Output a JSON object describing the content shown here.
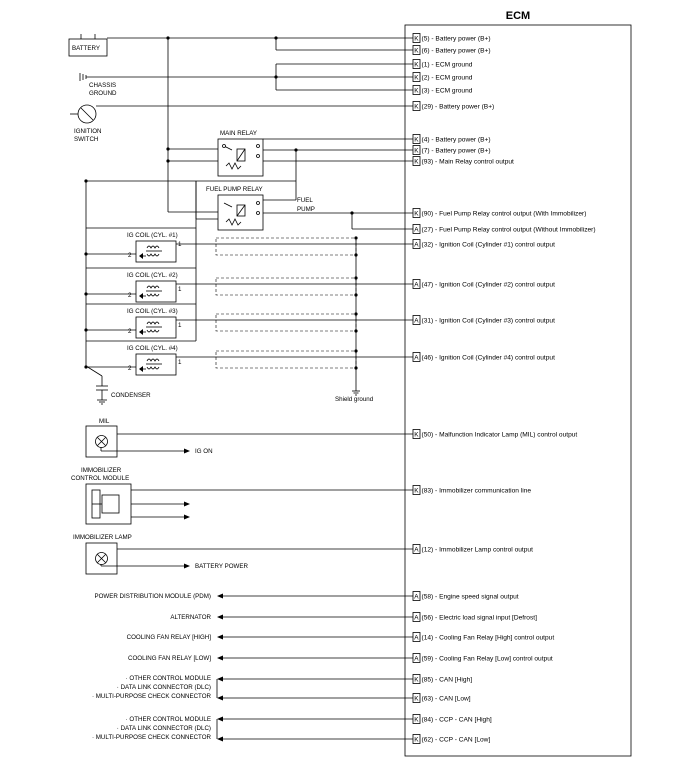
{
  "ecm": {
    "title": "ECM"
  },
  "left": {
    "battery": "BATTERY",
    "chassis_ground": [
      "CHASSIS",
      "GROUND"
    ],
    "ignition_switch": [
      "IGNITION",
      "SWITCH"
    ],
    "main_relay": "MAIN RELAY",
    "fuel_pump_relay": "FUEL PUMP RELAY",
    "fuel_pump": [
      "FUEL",
      "PUMP"
    ],
    "ig_coils": [
      "IG COIL (CYL. #1)",
      "IG COIL (CYL. #2)",
      "IG COIL (CYL. #3)",
      "IG COIL (CYL. #4)"
    ],
    "coil_pin_1": "1",
    "coil_pin_2": "2",
    "condenser": "CONDENSER",
    "shield_ground": "Shield ground",
    "mil": "MIL",
    "ig_on": "IG ON",
    "immobilizer_module": [
      "IMMOBILIZER",
      "CONTROL MODULE"
    ],
    "immobilizer_lamp": "IMMOBILIZER LAMP",
    "battery_power": "BATTERY POWER",
    "pdm": "POWER DISTRIBUTION MODULE (PDM)",
    "alternator": "ALTERNATOR",
    "cooling_fan_high": "COOLING FAN RELAY [HIGH]",
    "cooling_fan_low": "COOLING FAN RELAY [LOW]",
    "other_group_1": [
      "· OTHER CONTROL MODULE",
      "· DATA LINK CONNECTOR (DLC)",
      "· MULTI-PURPOSE CHECK CONNECTOR"
    ],
    "other_group_2": [
      "· OTHER CONTROL MODULE",
      "· DATA LINK CONNECTOR (DLC)",
      "· MULTI-PURPOSE CHECK CONNECTOR"
    ]
  },
  "pins": [
    {
      "c": "K",
      "label": "(5) - Battery power (B+)"
    },
    {
      "c": "K",
      "label": "(6) - Battery power (B+)"
    },
    {
      "c": "K",
      "label": "(1) - ECM ground"
    },
    {
      "c": "K",
      "label": "(2) - ECM ground"
    },
    {
      "c": "K",
      "label": "(3) - ECM ground"
    },
    {
      "c": "K",
      "label": "(29) - Battery power (B+)"
    },
    {
      "c": "K",
      "label": "(4) - Battery power (B+)"
    },
    {
      "c": "K",
      "label": "(7) - Battery power (B+)"
    },
    {
      "c": "K",
      "label": "(93) - Main Relay control output"
    },
    {
      "c": "K",
      "label": "(90) - Fuel Pump Relay control output (With Immobilizer)"
    },
    {
      "c": "A",
      "label": "(27) - Fuel Pump Relay control output (Without Immobilizer)"
    },
    {
      "c": "A",
      "label": "(32) - Ignition Coil (Cylinder #1) control output"
    },
    {
      "c": "A",
      "label": "(47) - Ignition Coil (Cylinder #2) control output"
    },
    {
      "c": "A",
      "label": "(31) - Ignition Coil (Cylinder #3) control output"
    },
    {
      "c": "A",
      "label": "(46) - Ignition Coil (Cylinder #4) control output"
    },
    {
      "c": "K",
      "label": "(50) - Malfunction Indicator Lamp (MIL) control output"
    },
    {
      "c": "K",
      "label": "(83) - Immobilizer communication line"
    },
    {
      "c": "A",
      "label": "(12) - Immobilizer Lamp control output"
    },
    {
      "c": "A",
      "label": "(58) - Engine speed signal output"
    },
    {
      "c": "A",
      "label": "(56) - Electric load signal input [Defrost]"
    },
    {
      "c": "A",
      "label": "(14) - Cooling Fan Relay [High] control output"
    },
    {
      "c": "A",
      "label": "(59) - Cooling Fan Relay [Low] control output"
    },
    {
      "c": "K",
      "label": "(85) - CAN [High]"
    },
    {
      "c": "K",
      "label": "(63) - CAN [Low]"
    },
    {
      "c": "K",
      "label": "(84) - CCP - CAN [High]"
    },
    {
      "c": "K",
      "label": "(62) - CCP - CAN [Low]"
    }
  ]
}
